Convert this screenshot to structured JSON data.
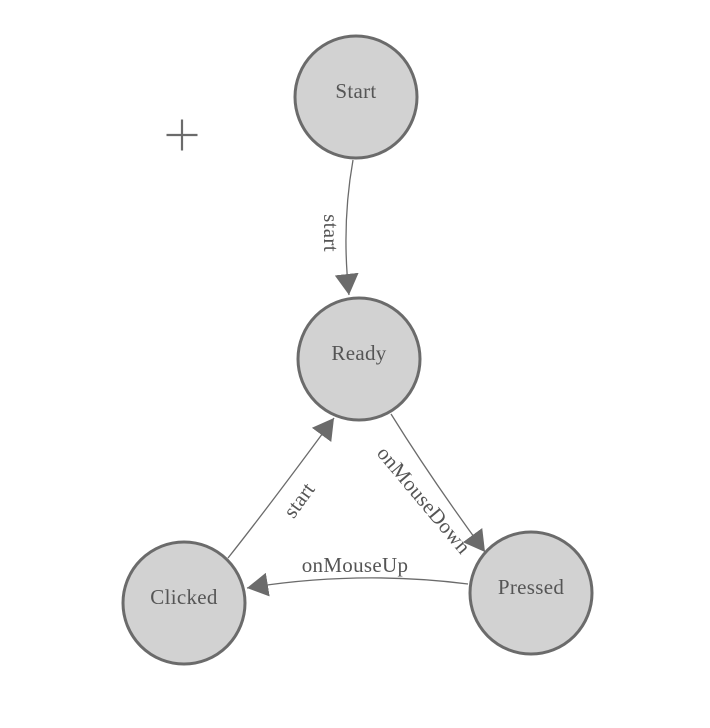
{
  "theme": {
    "background": "#ffffff",
    "node_fill": "#d2d2d2",
    "node_stroke": "#6b6b6b",
    "edge_color": "#6b6b6b",
    "text_color": "#555555"
  },
  "diagram": {
    "nodes": [
      {
        "id": "start",
        "label": "Start"
      },
      {
        "id": "ready",
        "label": "Ready"
      },
      {
        "id": "clicked",
        "label": "Clicked"
      },
      {
        "id": "pressed",
        "label": "Pressed"
      }
    ],
    "edges": [
      {
        "from": "start",
        "to": "ready",
        "label": "start"
      },
      {
        "from": "clicked",
        "to": "ready",
        "label": "start"
      },
      {
        "from": "ready",
        "to": "pressed",
        "label": "onMouseDown"
      },
      {
        "from": "pressed",
        "to": "clicked",
        "label": "onMouseUp"
      }
    ],
    "cursor": "crosshair-plus"
  }
}
